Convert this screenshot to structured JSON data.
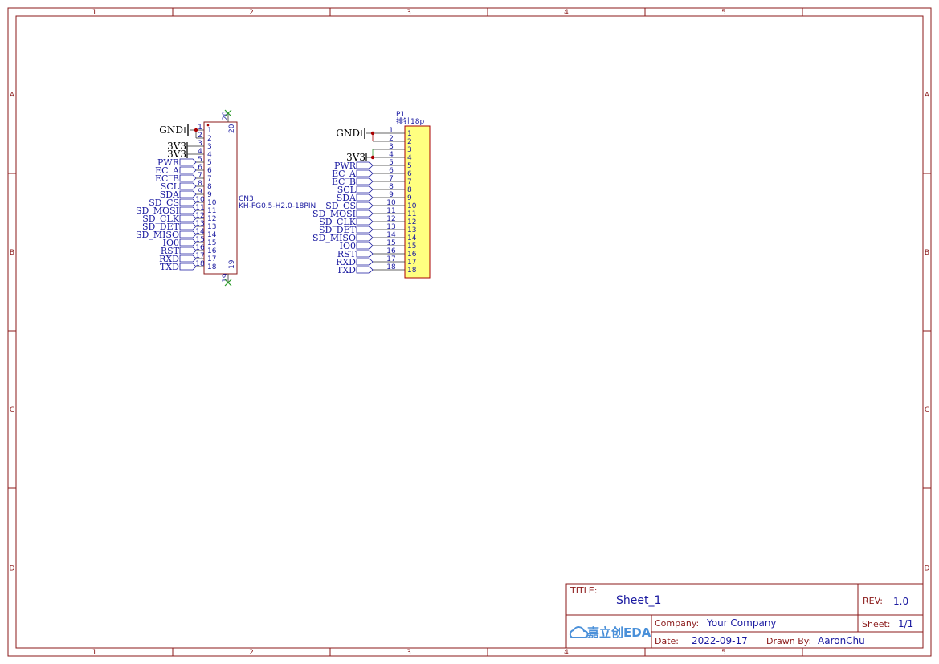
{
  "frame": {
    "columns": [
      "1",
      "2",
      "3",
      "4",
      "5"
    ],
    "rows": [
      "A",
      "B",
      "C",
      "D"
    ]
  },
  "cn3": {
    "designator": "CN3",
    "value": "KH-FG0.5-H2.0-18PIN",
    "mount_pins": [
      "20",
      "19"
    ],
    "pins": [
      "1",
      "2",
      "3",
      "4",
      "5",
      "6",
      "7",
      "8",
      "9",
      "10",
      "11",
      "12",
      "13",
      "14",
      "15",
      "16",
      "17",
      "18"
    ],
    "power": [
      "GND",
      "3V3",
      "3V3"
    ],
    "nets": [
      "PWR",
      "EC_A",
      "EC_B",
      "SCL",
      "SDA",
      "SD_CS",
      "SD_MOSI",
      "SD_CLK",
      "SD_DET",
      "SD_MISO",
      "IO0",
      "RST",
      "RXD",
      "TXD"
    ]
  },
  "p1": {
    "designator": "P1",
    "value": "排针18p",
    "pins": [
      "1",
      "2",
      "3",
      "4",
      "5",
      "6",
      "7",
      "8",
      "9",
      "10",
      "11",
      "12",
      "13",
      "14",
      "15",
      "16",
      "17",
      "18"
    ],
    "power": [
      "GND",
      "3V3"
    ],
    "nets": [
      "PWR",
      "EC_A",
      "EC_B",
      "SCL",
      "SDA",
      "SD_CS",
      "SD_MOSI",
      "SD_CLK",
      "SD_DET",
      "SD_MISO",
      "IO0",
      "RST",
      "RXD",
      "TXD"
    ]
  },
  "title_block": {
    "title_label": "TITLE:",
    "title": "Sheet_1",
    "rev_label": "REV:",
    "rev": "1.0",
    "company_label": "Company:",
    "company": "Your Company",
    "sheet_label": "Sheet:",
    "sheet": "1/1",
    "date_label": "Date:",
    "date": "2022-09-17",
    "drawn_label": "Drawn By:",
    "drawn_by": "AaronChu",
    "logo_text": "嘉立创EDA"
  },
  "colors": {
    "frame": "#8b1a1a",
    "wire": "#1a1aa0",
    "body_fill": "#ffff80",
    "junction": "#aa0000",
    "noconnect": "#2a9a2a"
  }
}
